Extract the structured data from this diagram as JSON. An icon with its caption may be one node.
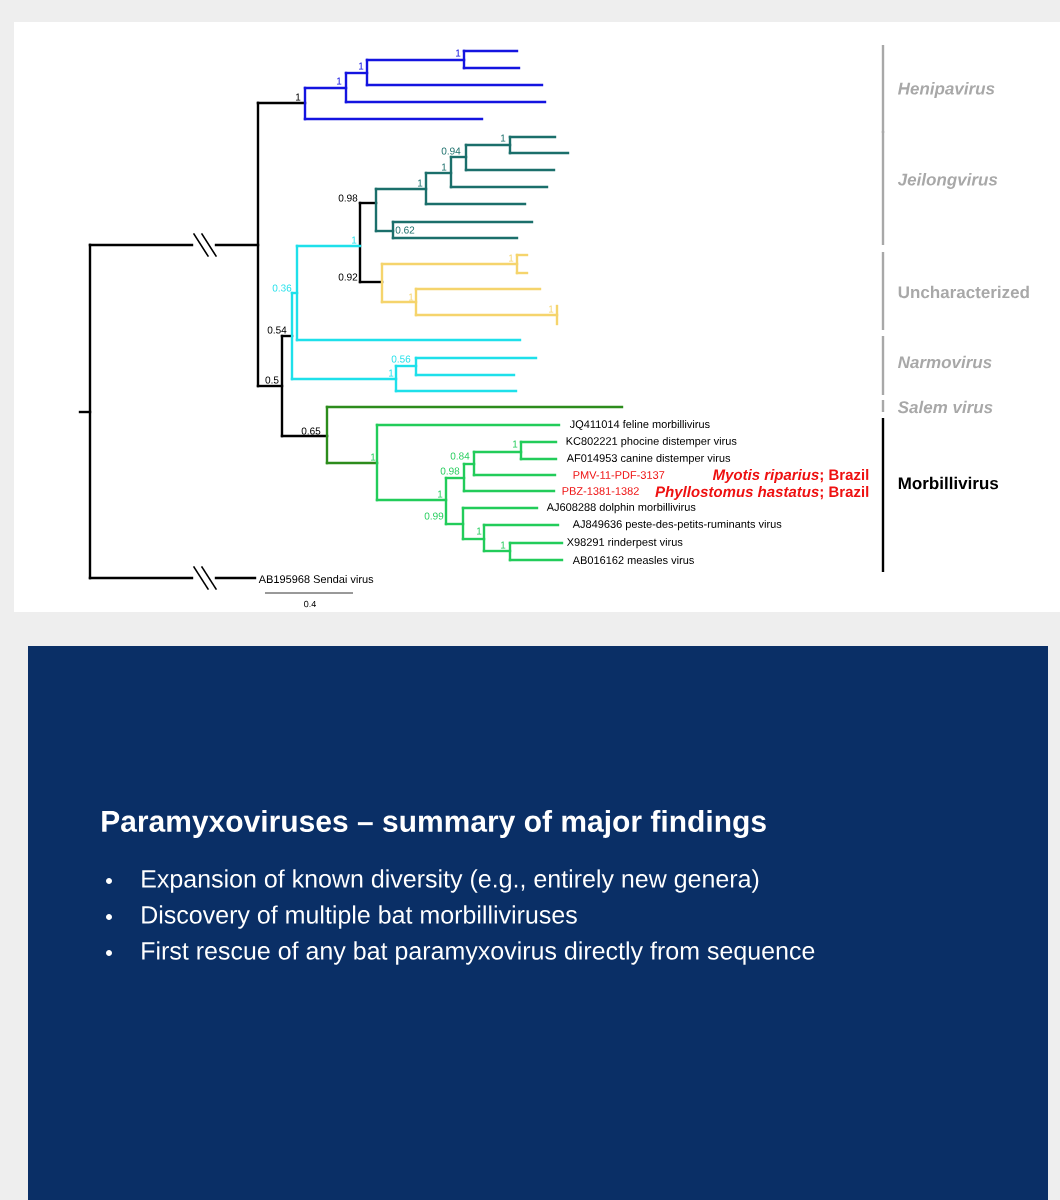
{
  "diagram": {
    "nodes": [
      {
        "text": [
          "Paramyxoviruses – summary of major findings",
          "Expansion of known diversity (e.g., entirely new genera)",
          "Discovery of multiple bat morbilliviruses",
          "First rescue of any bat paramyxovirus directly from sequence"
        ]
      }
    ],
    "labels": [
      "1",
      "1",
      "1",
      "1",
      "1",
      "0.94",
      "1",
      "1",
      "0.98",
      "0.62",
      "1",
      "1",
      "0.92",
      "0.36",
      "1",
      "1",
      "0.54",
      "0.56",
      "1",
      "0.5",
      "0.65",
      "1",
      "1",
      "0.84",
      "0.98",
      "1",
      "0.99",
      "1",
      "1",
      "JQ411014 feline morbillivirus",
      "KC802221 phocine distemper virus",
      "AF014953 canine distemper virus",
      "PMV-11-PDF-3137",
      "PBZ-1381-1382",
      "AJ608288 dolphin morbillivirus",
      "AJ849636 peste-des-petits-ruminants virus",
      "X98291 rinderpest virus",
      "AB016162 measles virus",
      "AB195968 Sendai virus",
      "0.4",
      "*Myotis riparius*; Brazil",
      "*Phyllostomus hastatus*; Brazil",
      "Henipavirus",
      "Jeilongvirus",
      "Uncharacterized",
      "Narmovirus",
      "Salem virus",
      "Morbillivirus"
    ]
  }
}
